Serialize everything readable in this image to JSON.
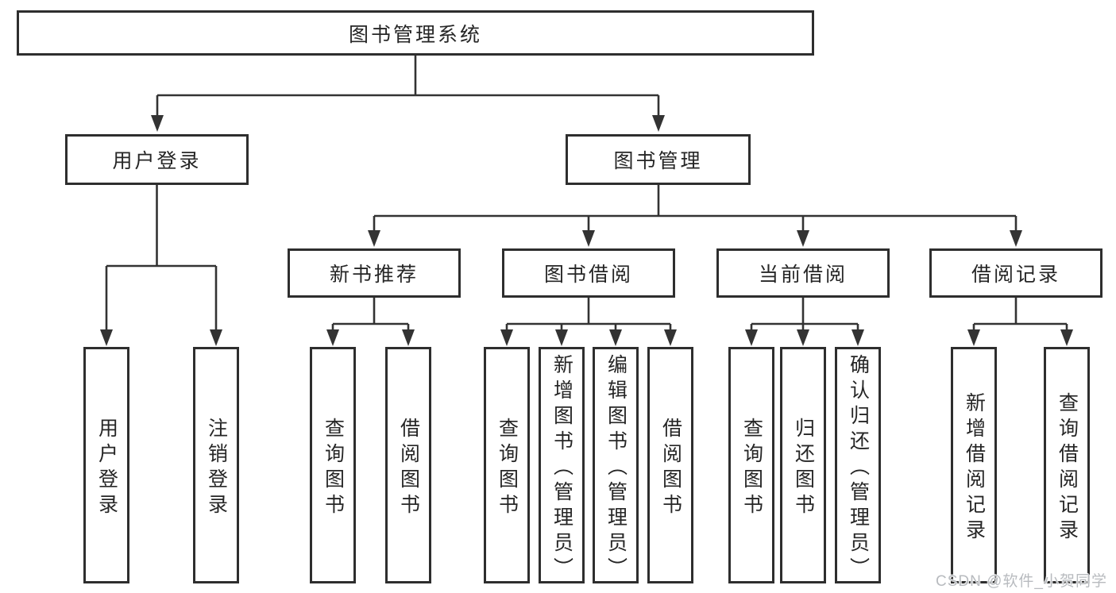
{
  "colors": {
    "background": "#ffffff",
    "line": "#333333",
    "box_border": "#2e2e2e",
    "box_fill": "#ffffff",
    "text": "#262626",
    "watermark": "#b8bbbf"
  },
  "diagram": {
    "type": "hierarchy",
    "root": {
      "label": "图书管理系统"
    },
    "branches": [
      {
        "label": "用户登录",
        "leaves": [
          {
            "label": "用户登录"
          },
          {
            "label": "注销登录"
          }
        ]
      },
      {
        "label": "图书管理",
        "groups": [
          {
            "label": "新书推荐",
            "leaves": [
              {
                "label": "查询图书"
              },
              {
                "label": "借阅图书"
              }
            ]
          },
          {
            "label": "图书借阅",
            "leaves": [
              {
                "label": "查询图书"
              },
              {
                "label": "新增图书（管理员）"
              },
              {
                "label": "编辑图书（管理员）"
              },
              {
                "label": "借阅图书"
              }
            ]
          },
          {
            "label": "当前借阅",
            "leaves": [
              {
                "label": "查询图书"
              },
              {
                "label": "归还图书"
              },
              {
                "label": "确认归还（管理员）"
              }
            ]
          },
          {
            "label": "借阅记录",
            "leaves": [
              {
                "label": "新增借阅记录"
              },
              {
                "label": "查询借阅记录"
              }
            ]
          }
        ]
      }
    ]
  },
  "watermark": {
    "text": "CSDN @软件_小贺同学"
  }
}
